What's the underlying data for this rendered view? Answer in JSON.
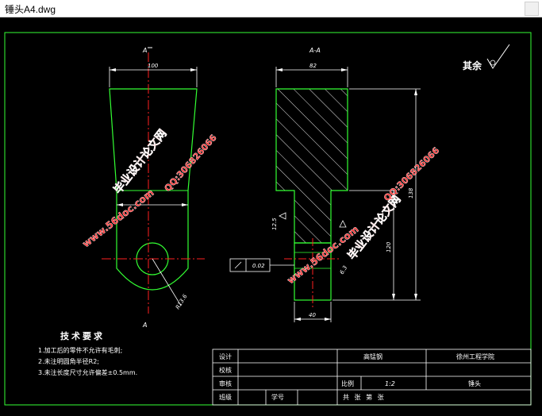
{
  "window": {
    "title": "锤头A4.dwg"
  },
  "drawing": {
    "view_left_label_top": "A",
    "view_left_label_bottom": "A",
    "section_label": "A-A",
    "dim_left_width": "100",
    "dim_right_width": "82",
    "dim_right_bottom": "40",
    "dim_height_1": "120",
    "dim_height_2": "138",
    "dim_radius": "R13.6",
    "dim_small": "12.5",
    "dim_small2": "6.3",
    "roughness_note": "其余",
    "tolerance_value": "0.02",
    "tech_title": "技术要求",
    "tech_lines": [
      "1.加工后的零件不允许有毛刺;",
      "2.未注明圆角半径R2;",
      "3.未注长度尺寸允许偏差±0.5mm."
    ],
    "watermarks": [
      "毕业设计论文网",
      "www.56doc.com",
      "QQ:306826066",
      "毕业设计论文网",
      "www.56doc.com",
      "QQ:306826066"
    ]
  },
  "title_block": {
    "design": "设计",
    "check": "校核",
    "review": "审核",
    "class": "班级",
    "student_no": "学号",
    "material": "高锰钢",
    "school": "徐州工程学院",
    "scale_label": "比例",
    "scale_value": "1:2",
    "part_name": "锤头",
    "sheet_info": "共  张  第  张"
  },
  "colors": {
    "frame": "#33ff33",
    "center": "#ff2020",
    "dim": "#ffffff",
    "watermark": "#ff3030"
  }
}
